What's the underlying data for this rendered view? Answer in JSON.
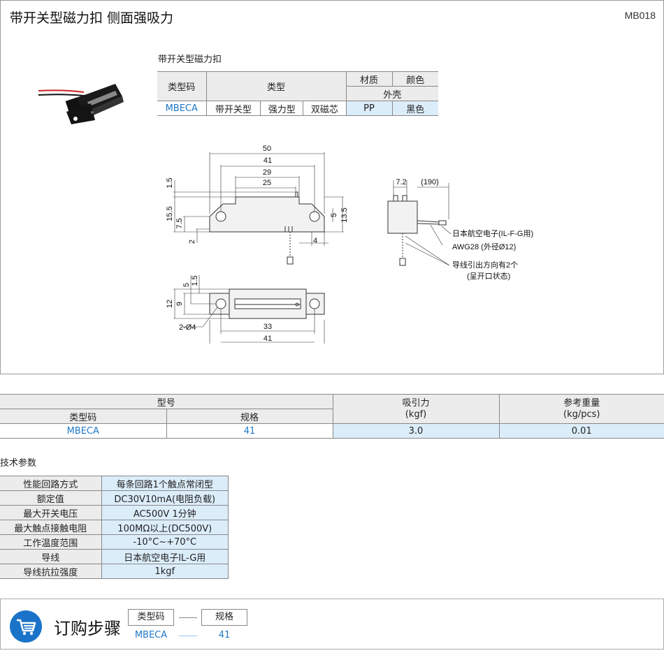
{
  "page": {
    "title": "带开关型磁力扣   侧面强吸力",
    "code": "MB018",
    "subtitle": "带开关型磁力扣"
  },
  "type_table": {
    "h_code": "类型码",
    "h_type": "类型",
    "h_material": "材质",
    "h_color": "颜色",
    "h_shell": "外壳",
    "v_code": "MBECA",
    "v_type1": "带开关型",
    "v_type2": "强力型",
    "v_type3": "双磁芯",
    "v_material": "PP",
    "v_color": "黑色"
  },
  "drawing": {
    "front": {
      "d50": "50",
      "d41": "41",
      "d29": "29",
      "d25": "25",
      "d1_5": "1.5",
      "d15_5": "15.5",
      "d7_5": "7.5",
      "d2": "2",
      "d5": "5",
      "d13_5": "13.5",
      "d4": "4"
    },
    "side": {
      "d7_2": "7.2",
      "d190": "(190)",
      "note1": "日本航空电子(IL-F-G用)",
      "note2": "AWG28 (外径Ø12)",
      "note3": "导线引出方向有2个",
      "note4": "(呈开口状态)"
    },
    "bottom": {
      "d5": "5",
      "d1_5": "1.5",
      "d9": "9",
      "d12": "12",
      "d33": "33",
      "d41": "41",
      "hole": "2-Ø4"
    }
  },
  "model_table": {
    "h_model": "型号",
    "h_code": "类型码",
    "h_spec": "规格",
    "h_force": "吸引力",
    "h_force_unit": "(kgf)",
    "h_weight": "参考重量",
    "h_weight_unit": "(kg/pcs)",
    "v_code": "MBECA",
    "v_spec": "41",
    "v_force": "3.0",
    "v_weight": "0.01"
  },
  "tech": {
    "title": "技术参数",
    "rows": [
      {
        "k": "性能回路方式",
        "v": "每条回路1个触点常闭型"
      },
      {
        "k": "额定值",
        "v": "DC30V10mA(电阻负载)"
      },
      {
        "k": "最大开关电压",
        "v": "AC500V  1分钟"
      },
      {
        "k": "最大触点接触电阻",
        "v": "100MΩ以上(DC500V)"
      },
      {
        "k": "工作温度范围",
        "v": "-10°C~+70°C"
      },
      {
        "k": "导线",
        "v": "日本航空电子IL-G用"
      },
      {
        "k": "导线抗拉强度",
        "v": "1kgf"
      }
    ]
  },
  "order": {
    "title": "订购步骤",
    "label_code": "类型码",
    "label_spec": "规格",
    "val_code": "MBECA",
    "val_spec": "41",
    "icon": "shopping-cart-icon"
  }
}
